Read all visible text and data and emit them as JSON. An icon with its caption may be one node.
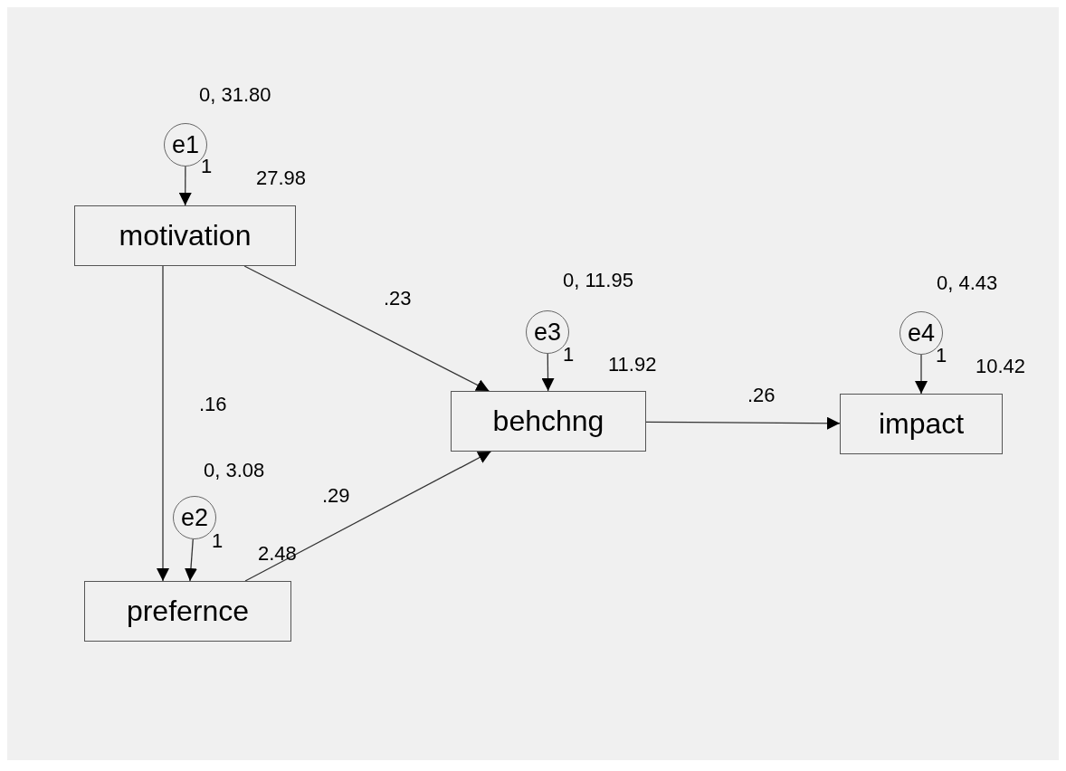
{
  "diagram": {
    "nodes": [
      {
        "text": [
          "e1"
        ],
        "beside": [
          "0, 31.80"
        ]
      },
      {
        "text": [
          "motivation"
        ],
        "beside": [
          "27.98"
        ]
      },
      {
        "text": [
          "e2"
        ],
        "beside": [
          "0, 3.08"
        ]
      },
      {
        "text": [
          "prefernce"
        ],
        "beside": [
          "2.48"
        ]
      },
      {
        "text": [
          "e3"
        ],
        "beside": [
          "0, 11.95"
        ]
      },
      {
        "text": [
          "behchng"
        ],
        "beside": [
          "11.92"
        ]
      },
      {
        "text": [
          "e4"
        ],
        "beside": [
          "0, 4.43"
        ]
      },
      {
        "text": [
          "impact"
        ],
        "beside": [
          "10.42"
        ]
      }
    ],
    "edges": [
      {
        "from": 0,
        "to": 1,
        "arrow": "to",
        "label": "1"
      },
      {
        "from": 1,
        "to": 3,
        "arrow": "to",
        "label": ".16"
      },
      {
        "from": 2,
        "to": 3,
        "arrow": "to",
        "label": "1"
      },
      {
        "from": 1,
        "to": 5,
        "arrow": "to",
        "label": ".23"
      },
      {
        "from": 3,
        "to": 5,
        "arrow": "to",
        "label": ".29"
      },
      {
        "from": 4,
        "to": 5,
        "arrow": "to",
        "label": "1"
      },
      {
        "from": 5,
        "to": 7,
        "arrow": "to",
        "label": ".26"
      },
      {
        "from": 6,
        "to": 7,
        "arrow": "to",
        "label": "1"
      }
    ]
  }
}
